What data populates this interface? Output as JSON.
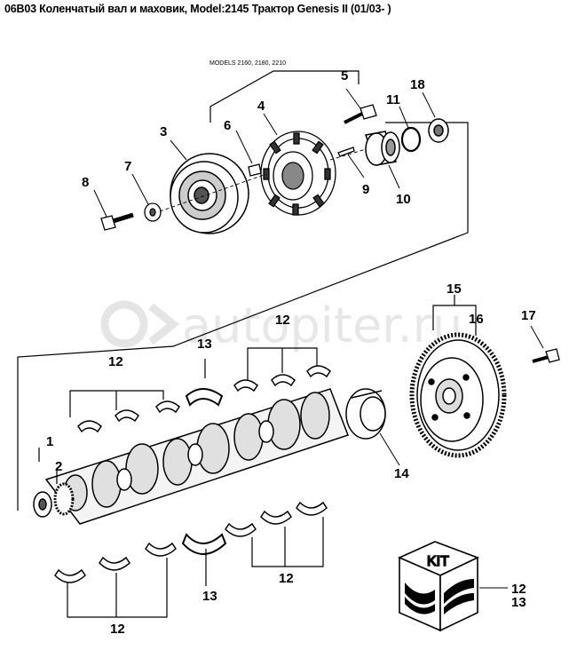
{
  "title": "06B03 Коленчатый вал и маховик, Model:2145 Трактор Genesis II (01/03- )",
  "models_note": "MODELS 2160, 2180, 2210",
  "watermark": "autopiter.ru",
  "kit_label": "KIT",
  "callouts": {
    "c1": "1",
    "c2": "2",
    "c3": "3",
    "c4": "4",
    "c5": "5",
    "c6": "6",
    "c7": "7",
    "c8": "8",
    "c9": "9",
    "c10": "10",
    "c11": "11",
    "c12": "12",
    "c13": "13",
    "c14": "14",
    "c15": "15",
    "c16": "16",
    "c17": "17",
    "c18": "18"
  }
}
